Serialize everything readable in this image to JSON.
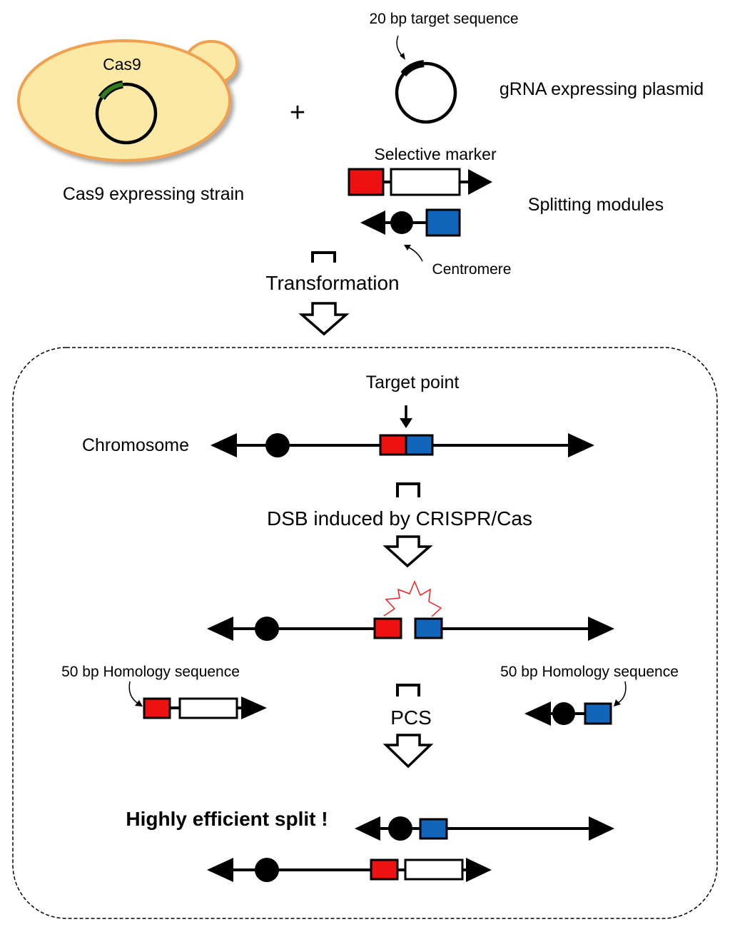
{
  "labels": {
    "cas9": "Cas9",
    "cas9_strain": "Cas9 expressing strain",
    "plus": "+",
    "target_seq": "20 bp target sequence",
    "grna_plasmid": "gRNA expressing plasmid",
    "selective_marker": "Selective marker",
    "splitting_modules": "Splitting modules",
    "centromere": "Centromere",
    "transformation": "Transformation",
    "target_point": "Target point",
    "chromosome": "Chromosome",
    "dsb": "DSB induced by CRISPR/Cas",
    "homology_left": "50 bp Homology sequence",
    "homology_right": "50 bp Homology sequence",
    "pcs": "PCS",
    "result": "Highly efficient split !"
  },
  "colors": {
    "cell_fill": "#FDE9A6",
    "cell_border": "#F0A050",
    "cas9_gene": "#2E7D1E",
    "red_module": "#EE1111",
    "blue_module": "#1166BB",
    "dsb_burst": "#EE2222",
    "line": "#000000"
  }
}
